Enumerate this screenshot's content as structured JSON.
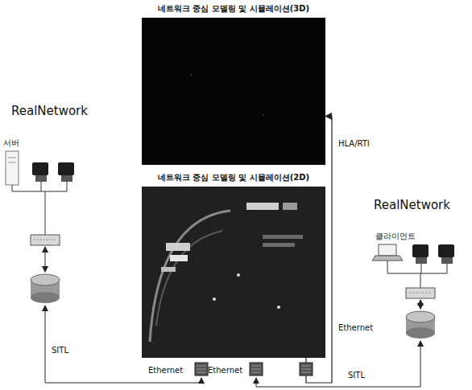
{
  "diagram": {
    "nodes": [
      {
        "text": [
          "네트워크 중심 모델링 및 시뮬레이션(3D)"
        ]
      },
      {
        "text": [
          "네트워크 중심 모델링 및 시뮬레이션(2D)"
        ]
      }
    ],
    "edges": [
      {
        "from": 1,
        "to": 0,
        "arrow": "to",
        "label": "HLA/RTI"
      }
    ],
    "labels": [
      "RealNetwork",
      "서버",
      "RealNetwork",
      "클라이언트",
      "SITL",
      "Ethernet",
      "Ethernet",
      "Ethernet",
      "SITL"
    ]
  }
}
